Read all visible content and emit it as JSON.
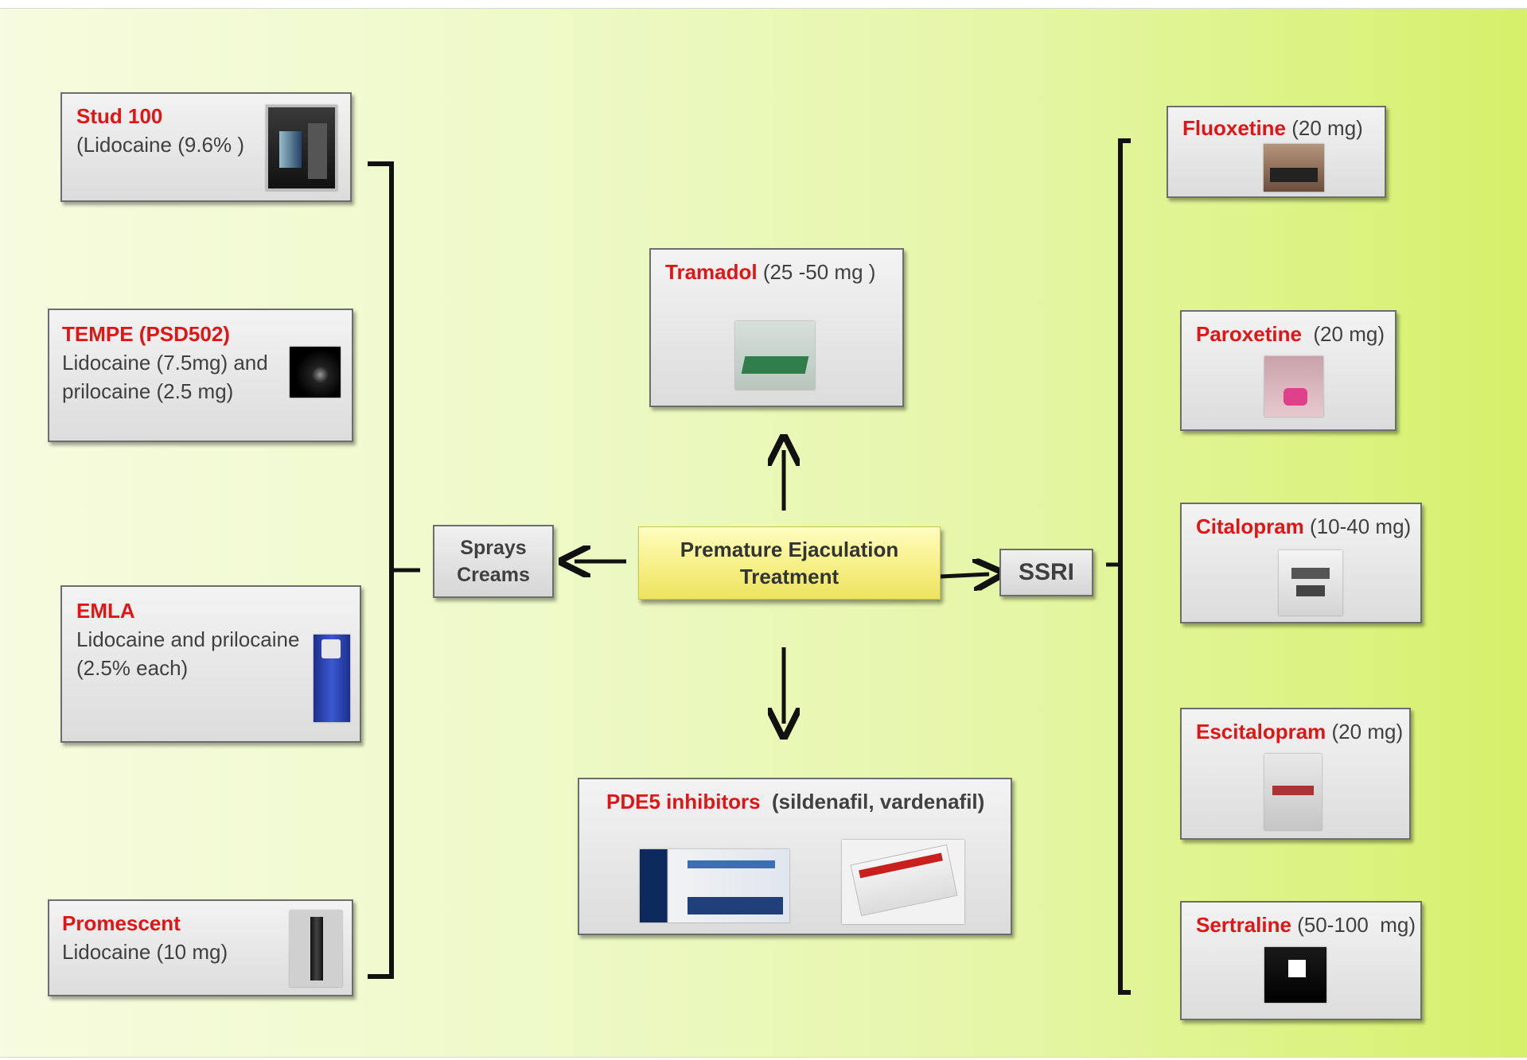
{
  "center": {
    "line1": "Premature Ejaculation",
    "line2": "Treatment"
  },
  "sprays": {
    "line1": "Sprays",
    "line2": "Creams"
  },
  "ssri": {
    "label": "SSRI"
  },
  "left_items": [
    {
      "name": "Stud 100",
      "desc1": "(Lidocaine  (9.6% )",
      "desc2": ""
    },
    {
      "name": "TEMPE (PSD502)",
      "desc1": "Lidocaine  (7.5mg) and",
      "desc2": "prilocaine (2.5 mg)"
    },
    {
      "name": "EMLA",
      "desc1": "Lidocaine and prilocaine",
      "desc2": "(2.5% each)"
    },
    {
      "name": "Promescent",
      "desc1": "Lidocaine (10 mg)",
      "desc2": ""
    }
  ],
  "tramadol": {
    "name": "Tramadol",
    "dose": " (25 -50 mg )"
  },
  "pde5": {
    "name": "PDE5 inhibitors",
    "dose": "  (sildenafil, vardenafil)"
  },
  "right_items": [
    {
      "name": "Fluoxetine",
      "dose": " (20 mg)"
    },
    {
      "name": "Paroxetine",
      "dose": "  (20 mg)"
    },
    {
      "name": "Citalopram",
      "dose": " (10-40 mg)"
    },
    {
      "name": "Escitalopram",
      "dose": " (20 mg)"
    },
    {
      "name": "Sertraline",
      "dose": " (50-100  mg)"
    }
  ],
  "colors": {
    "drug_name": "#e01515",
    "center_fill": "#f7f18a",
    "background_right": "#d6f06a"
  }
}
